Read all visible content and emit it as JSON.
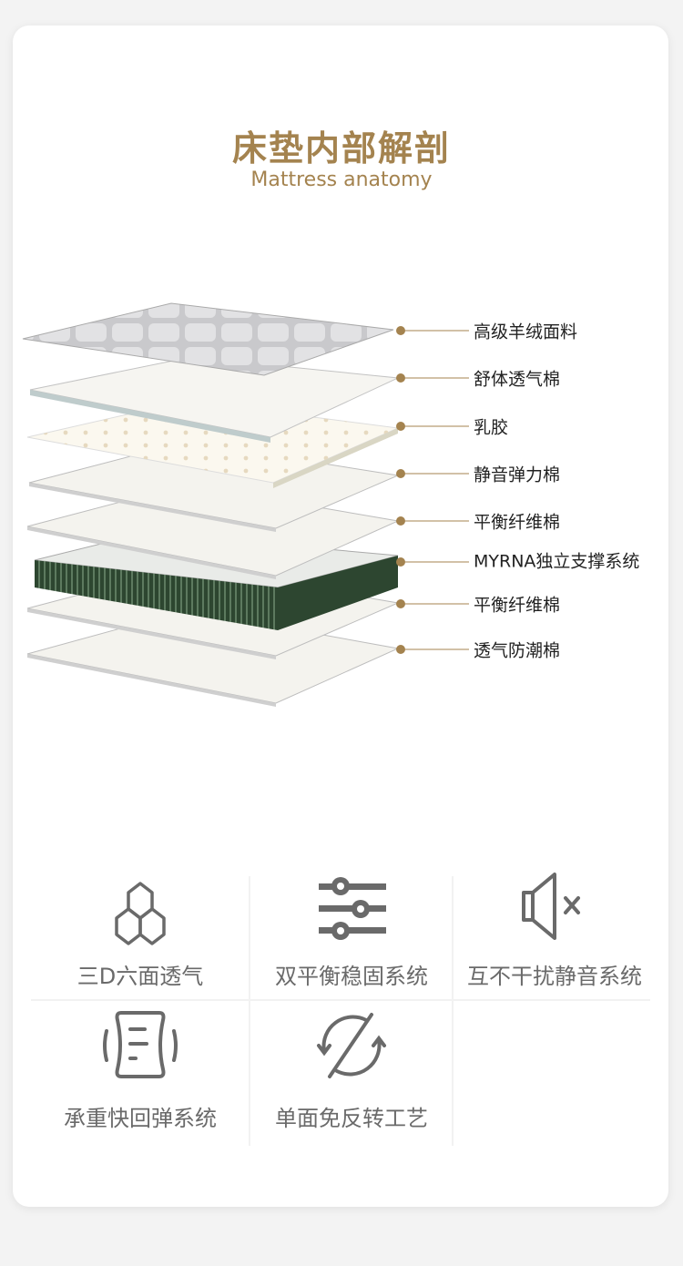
{
  "header": {
    "title": "床垫内部解剖",
    "subtitle": "Mattress anatomy"
  },
  "layers": [
    {
      "label": "高级羊绒面料"
    },
    {
      "label": "舒体透气棉"
    },
    {
      "label": "乳胶"
    },
    {
      "label": "静音弹力棉"
    },
    {
      "label": "平衡纤维棉"
    },
    {
      "label": "MYRNA独立支撑系统"
    },
    {
      "label": "平衡纤维棉"
    },
    {
      "label": "透气防潮棉"
    }
  ],
  "features": [
    {
      "label": "三D六面透气",
      "icon": "hexagon-cluster-icon"
    },
    {
      "label": "双平衡稳固系统",
      "icon": "sliders-icon"
    },
    {
      "label": "互不干扰静音系统",
      "icon": "speaker-mute-icon"
    },
    {
      "label": "承重快回弹系统",
      "icon": "rebound-icon"
    },
    {
      "label": "单面免反转工艺",
      "icon": "no-flip-icon"
    }
  ],
  "colors": {
    "accent": "#a4834f",
    "icon": "#6a6a6a"
  }
}
